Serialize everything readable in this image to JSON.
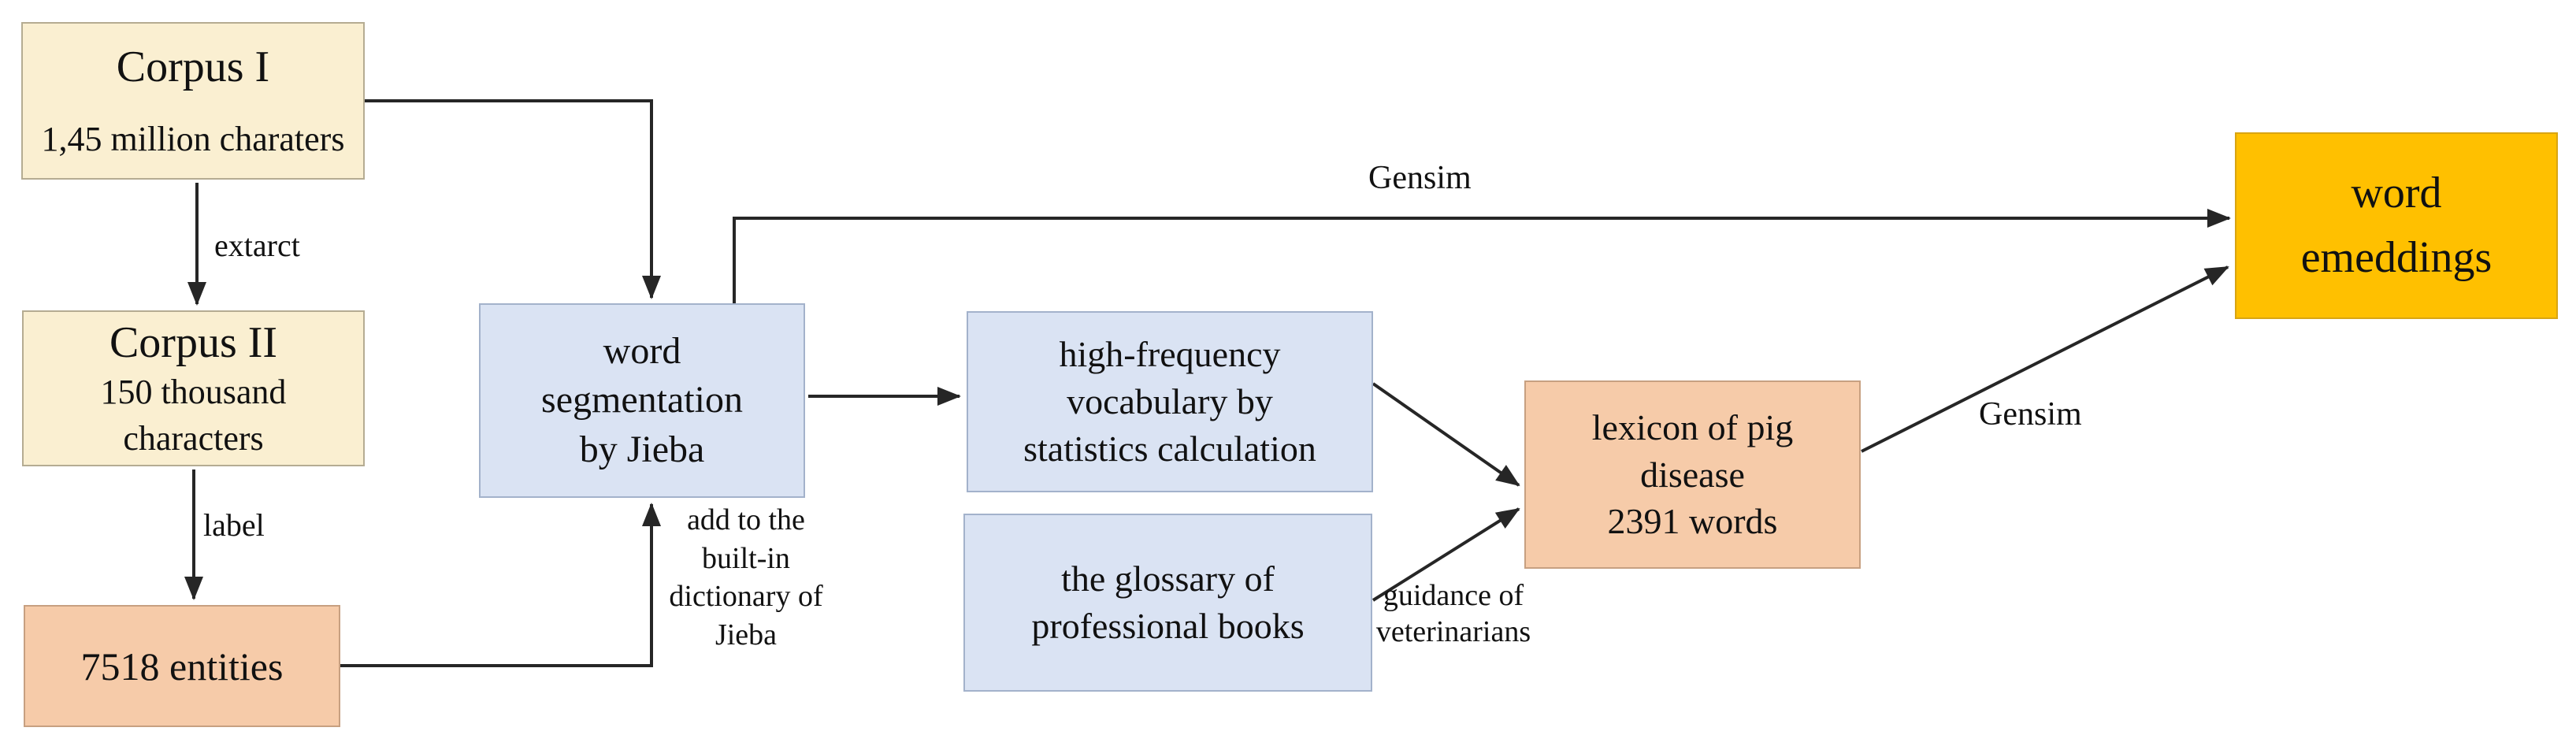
{
  "diagram_title": "pig-disease word embeddings pipeline flowchart",
  "nodes": {
    "corpus1": {
      "title": "Corpus I",
      "subtitle": "1,45 million charaters"
    },
    "corpus2": {
      "title": "Corpus II",
      "subtitle_line1": "150 thousand",
      "subtitle_line2": "characters"
    },
    "entities": {
      "title": "7518 entities"
    },
    "wordseg": {
      "line1": "word",
      "line2": "segmentation",
      "line3": "by Jieba"
    },
    "highfreq": {
      "line1": "high-frequency",
      "line2": "vocabulary by",
      "line3": "statistics calculation"
    },
    "glossary": {
      "line1": "the glossary of",
      "line2": "professional books"
    },
    "lexicon": {
      "line1": "lexicon of pig",
      "line2": "disease",
      "line3": "2391 words"
    },
    "wordemb": {
      "line1": "word",
      "line2": "emeddings"
    }
  },
  "edge_labels": {
    "extract": "extarct",
    "label": "label",
    "add_dict": {
      "line1": "add to the",
      "line2": "built-in",
      "line3": "dictionary of",
      "line4": "Jieba"
    },
    "gensim_top": "Gensim",
    "gensim_bottom": "Gensim",
    "guidance": {
      "line1": "guidance of",
      "line2": "veterinarians"
    }
  },
  "colors": {
    "cream": "#FAEFD1",
    "peach": "#F6CBA9",
    "light_blue": "#DAE3F3",
    "gold": "#FFC000",
    "line": "#262626",
    "text": "#111111"
  }
}
